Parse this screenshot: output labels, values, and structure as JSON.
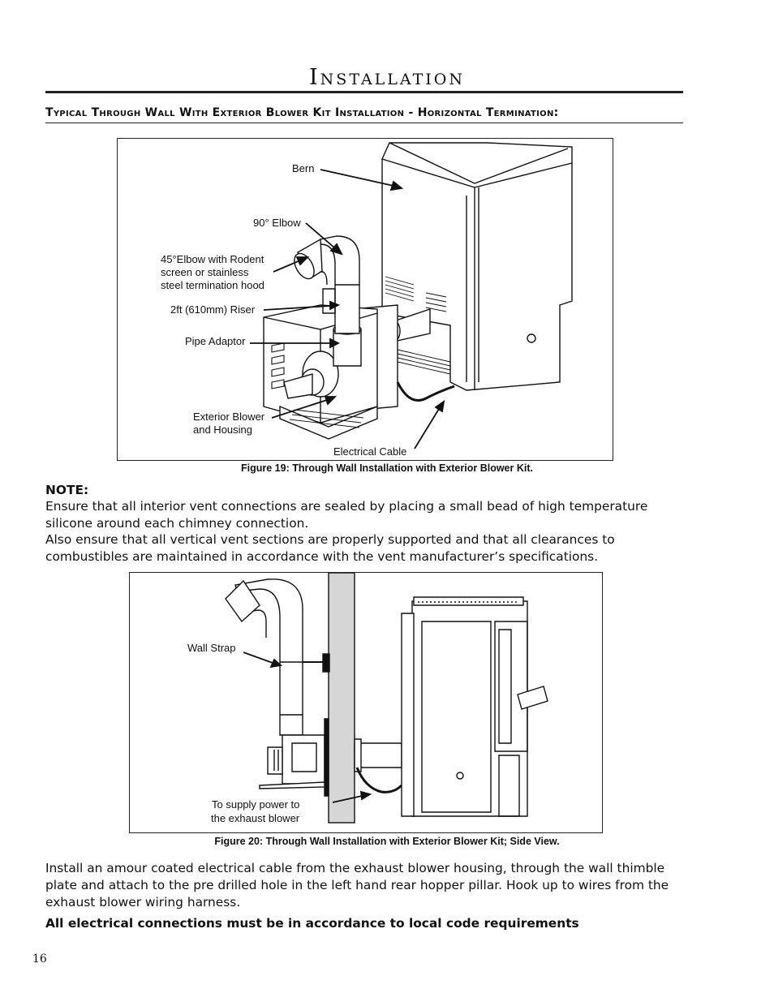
{
  "header": {
    "title": "Installation",
    "subheading": "Typical Through Wall With Exterior Blower Kit Installation - Horizontal Termination:"
  },
  "figure1": {
    "labels": {
      "bern": "Bern",
      "elbow90": "90° Elbow",
      "elbow45_1": "45°Elbow with Rodent",
      "elbow45_2": "screen or stainless",
      "elbow45_3": "steel termination hood",
      "riser": "2ft (610mm) Riser",
      "pipe_adaptor": "Pipe Adaptor",
      "blower_1": "Exterior Blower",
      "blower_2": "and Housing",
      "cable": "Electrical Cable"
    },
    "caption": "Figure 19: Through Wall Installation with Exterior Blower Kit."
  },
  "note": {
    "heading": "NOTE:",
    "line1": "Ensure that all interior vent connections are sealed by placing a small bead of high temperature silicone around each chimney connection.",
    "line2": "Also ensure that all vertical vent sections are properly supported and that all clearances to combustibles are maintained in accordance with the vent manufacturer’s specifications."
  },
  "figure2": {
    "labels": {
      "wall_strap": "Wall Strap",
      "supply_1": "To supply power to",
      "supply_2": "the exhaust blower"
    },
    "caption": "Figure 20: Through Wall Installation with Exterior Blower Kit; Side View."
  },
  "body": {
    "paragraph": "Install an amour coated electrical cable from the exhaust blower housing, through the wall thimble plate and attach to the pre drilled hole in the left hand rear hopper pillar. Hook up to wires from the exhaust blower wiring harness.",
    "warning": "All electrical connections must be in accordance to local code requirements"
  },
  "page_number": "16"
}
